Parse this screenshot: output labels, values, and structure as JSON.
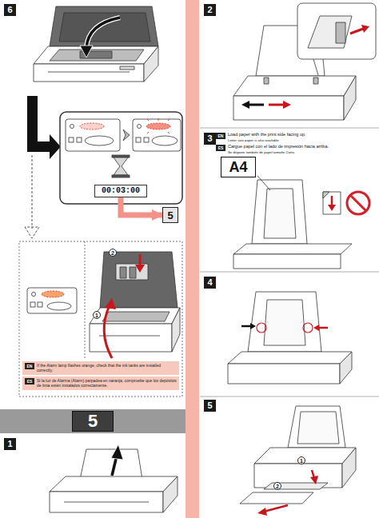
{
  "diagram": {
    "nodes": [
      {
        "text": [
          "6"
        ]
      },
      {
        "text": [
          "00:03:00"
        ]
      },
      {
        "text": [
          "5"
        ]
      },
      {
        "text": [
          "If the Alarm lamp flashes orange, check that the ink tanks are installed correctly."
        ]
      },
      {
        "text": [
          "EN"
        ],
        "in": 3
      },
      {
        "text": [
          "Si la luz de Alarma (Alarm) parpadea en naranja, compruebe que los depósitos de tinta estén instalados correctamente."
        ]
      },
      {
        "text": [
          "ES"
        ],
        "in": 5
      },
      {
        "text": [
          "5"
        ]
      },
      {
        "text": [
          "1"
        ]
      },
      {
        "text": [
          "2"
        ]
      },
      {
        "text": [
          "3"
        ]
      },
      {
        "text": [
          "EN"
        ]
      },
      {
        "text": [
          "ES"
        ]
      },
      {
        "text": [
          "A4"
        ]
      },
      {
        "text": [
          "4"
        ]
      },
      {
        "text": [
          "5"
        ]
      }
    ],
    "edges": [
      {
        "from": 1,
        "to": 2,
        "arrow": "to"
      }
    ],
    "labels": [
      "2",
      "1",
      "Load paper with the print side facing up.",
      "Letter size paper is also available.",
      "Cargue papel con el lado de impresión hacia arriba.",
      "Se dispone también de papel tamaño Carta.",
      "1",
      "2"
    ]
  }
}
